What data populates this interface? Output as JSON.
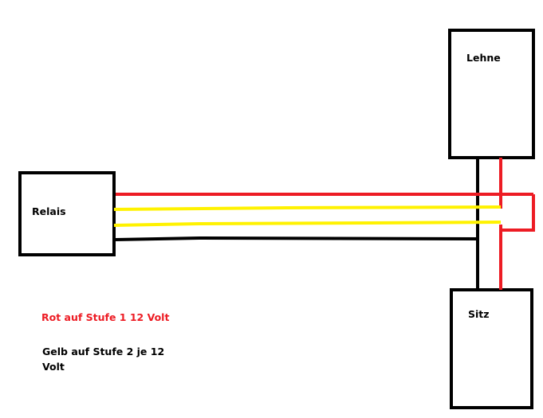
{
  "boxes": {
    "relais": "Relais",
    "lehne": "Lehne",
    "sitz": "Sitz"
  },
  "legend": {
    "red": "Rot auf Stufe 1 12 Volt",
    "yellow_line1": "Gelb  auf Stufe 2 je 12",
    "yellow_line2": "Volt"
  },
  "colors": {
    "red": "#ed1c24",
    "yellow": "#fff200",
    "black": "#000000"
  }
}
